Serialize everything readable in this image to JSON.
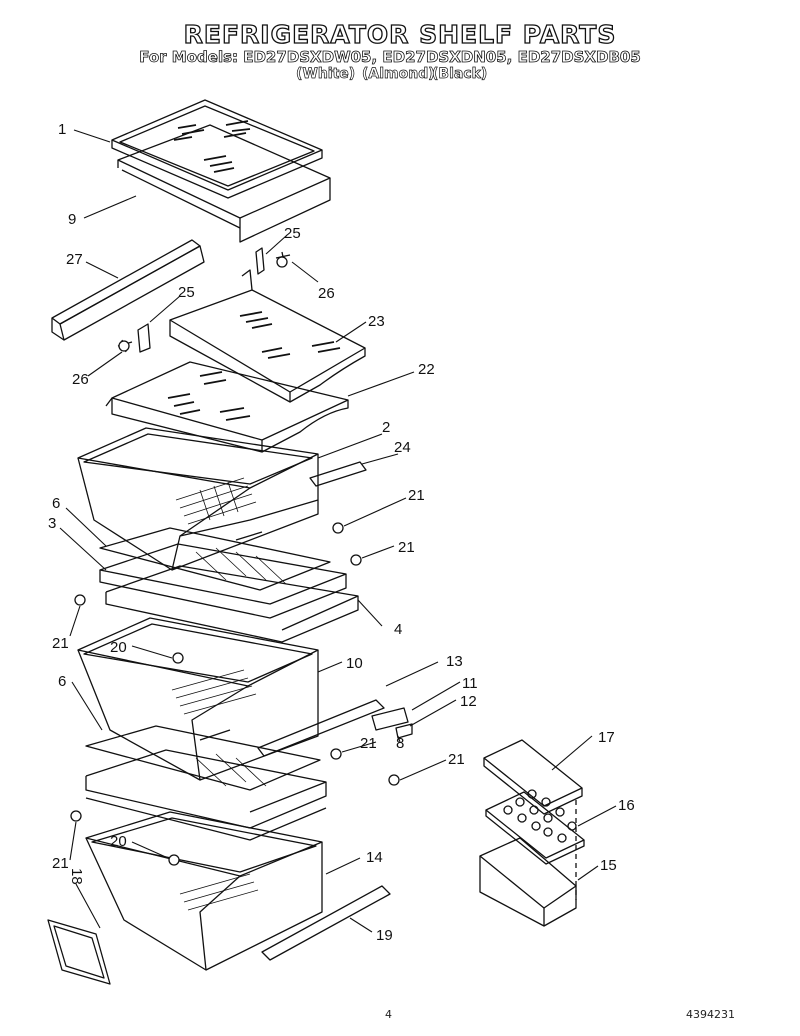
{
  "header": {
    "title": "REFRIGERATOR SHELF PARTS",
    "models": "For Models: ED27DSXDW05, ED27DSXDN05, ED27DSXDB05",
    "colors": [
      "(White)",
      "(Almond)",
      "(Black)"
    ]
  },
  "callouts": {
    "c1": "1",
    "c9": "9",
    "c27": "27",
    "c25a": "25",
    "c26a": "26",
    "c25b": "25",
    "c26b": "26",
    "c23": "23",
    "c22": "22",
    "c2": "2",
    "c24": "24",
    "c21a": "21",
    "c6a": "6",
    "c3": "3",
    "c21b": "21",
    "c21c": "21",
    "c4": "4",
    "c20a": "20",
    "c10": "10",
    "c13": "13",
    "c11": "11",
    "c12": "12",
    "c6b": "6",
    "c21d": "21",
    "c8": "8",
    "c21e": "21",
    "c17": "17",
    "c16": "16",
    "c21f": "21",
    "c20b": "20",
    "c14": "14",
    "c15": "15",
    "c18": "18",
    "c19": "19"
  },
  "footer": {
    "page_number": "4",
    "doc_number": "4394231"
  }
}
